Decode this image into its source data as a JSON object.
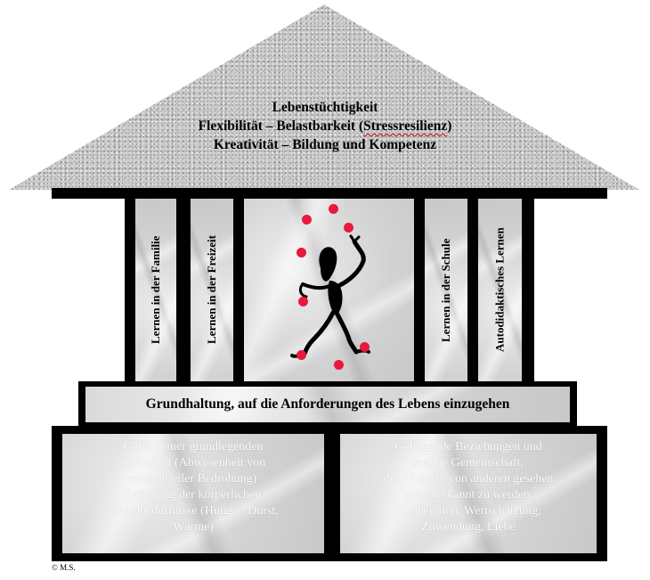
{
  "roof": {
    "line1": "Lebenstüchtigkeit",
    "line2_a": "Flexibilität – Belastbarkeit (",
    "line2_b": "Stressresilienz",
    "line2_c": ")",
    "line3": "Kreativität – Bildung und Kompetenz"
  },
  "pillars": [
    {
      "label": "Lernen in der Familie"
    },
    {
      "label": "Lernen in der Freizeit"
    },
    {
      "label": "Lernen in der Schule"
    },
    {
      "label": "Autodidaktisches Lernen"
    }
  ],
  "band": {
    "text": "Grundhaltung, auf die Anforderungen des Lebens einzugehen"
  },
  "base": {
    "left_lines": [
      "Gefühl einer grundlegenden",
      "Sicherheit (Abwesenheit von",
      "existentieller Bedrohung)",
      "Sicherung der körperlichen",
      "Grundbedürfnisse (Hunger, Durst,",
      "Wärme)"
    ],
    "right_lines": [
      "Gelingende Beziehungen und",
      "soziale Gemeinschaft,",
      "der Wunsch, von anderen gesehen",
      "und anerkannt zu werden,",
      "Kooperation, Wertschätzung,",
      "Zuwendung, Liebe"
    ]
  },
  "copyright": "© M.S.",
  "colors": {
    "ball": "#e8193a",
    "frame": "#000000",
    "spellcheck_underline": "#d00000"
  }
}
